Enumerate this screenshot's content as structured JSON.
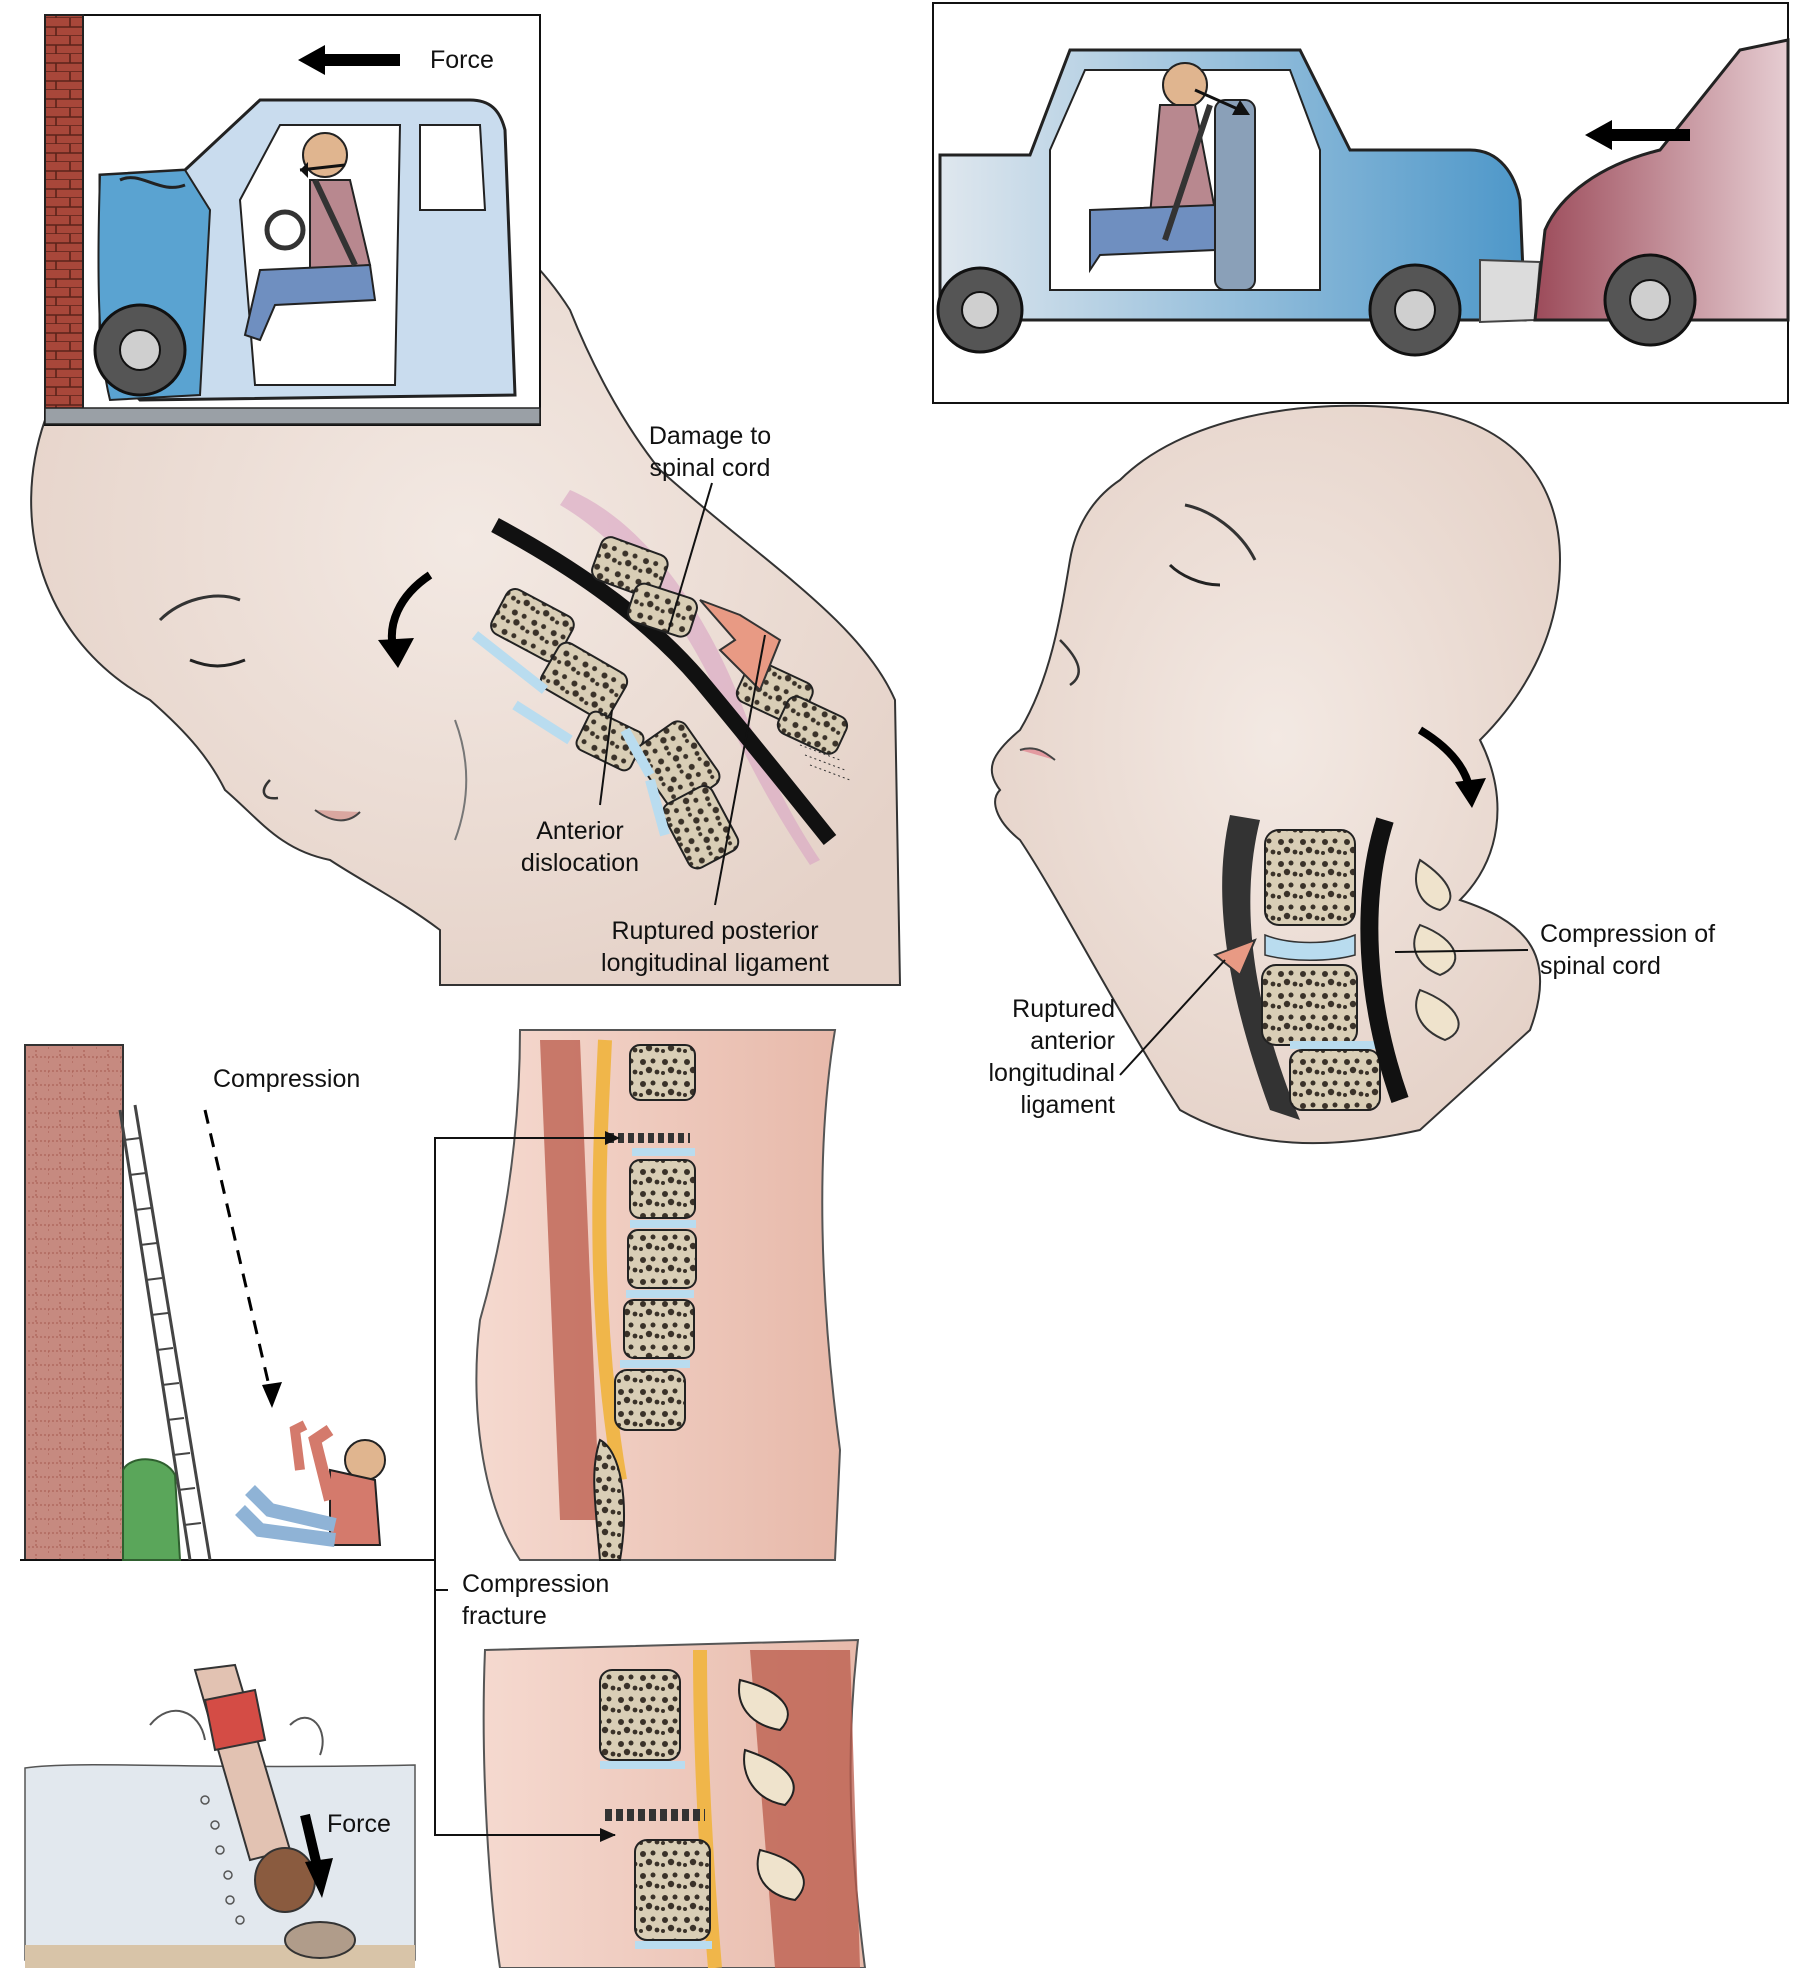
{
  "labels": {
    "force_top": "Force",
    "damage_spinal_cord": [
      "Damage to",
      "spinal cord"
    ],
    "anterior_dislocation": [
      "Anterior",
      "dislocation"
    ],
    "ruptured_posterior": [
      "Ruptured posterior",
      "longitudinal ligament"
    ],
    "compression_spinal_cord": [
      "Compression of",
      "spinal cord"
    ],
    "ruptured_anterior": [
      "Ruptured",
      "anterior",
      "longitudinal",
      "ligament"
    ],
    "compression_fall": "Compression",
    "compression_fracture": [
      "Compression",
      "fracture"
    ],
    "force_dive": "Force"
  },
  "colors": {
    "skin": "#efe3dc",
    "car_blue": "#8fb3d6",
    "car_red": "#b5707c",
    "brick": "#a84a3c",
    "bone": "#c9b591",
    "disc": "#b9dcef",
    "spinal_cord": "#111111",
    "ligament": "#e89a84",
    "water": "#dbe5ee"
  }
}
